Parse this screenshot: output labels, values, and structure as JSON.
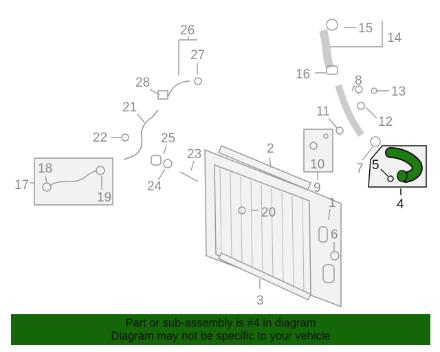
{
  "diagram": {
    "highlighted_part": "4",
    "highlight_color": "#1e7d12",
    "labels": {
      "p1": "1",
      "p2": "2",
      "p3": "3",
      "p4": "4",
      "p5": "5",
      "p6": "6",
      "p7": "7",
      "p8": "8",
      "p9": "9",
      "p10": "10",
      "p11": "11",
      "p12": "12",
      "p13": "13",
      "p14": "14",
      "p15": "15",
      "p16": "16",
      "p17": "17",
      "p18": "18",
      "p19": "19",
      "p20": "20",
      "p21": "21",
      "p22": "22",
      "p23": "23",
      "p24": "24",
      "p25": "25",
      "p26": "26",
      "p27": "27",
      "p28": "28"
    }
  },
  "banner": {
    "line1": "Part or sub-assembly is #4 in diagram",
    "line2": "Diagram may not be specific to your vehicle",
    "color": "#156609"
  }
}
